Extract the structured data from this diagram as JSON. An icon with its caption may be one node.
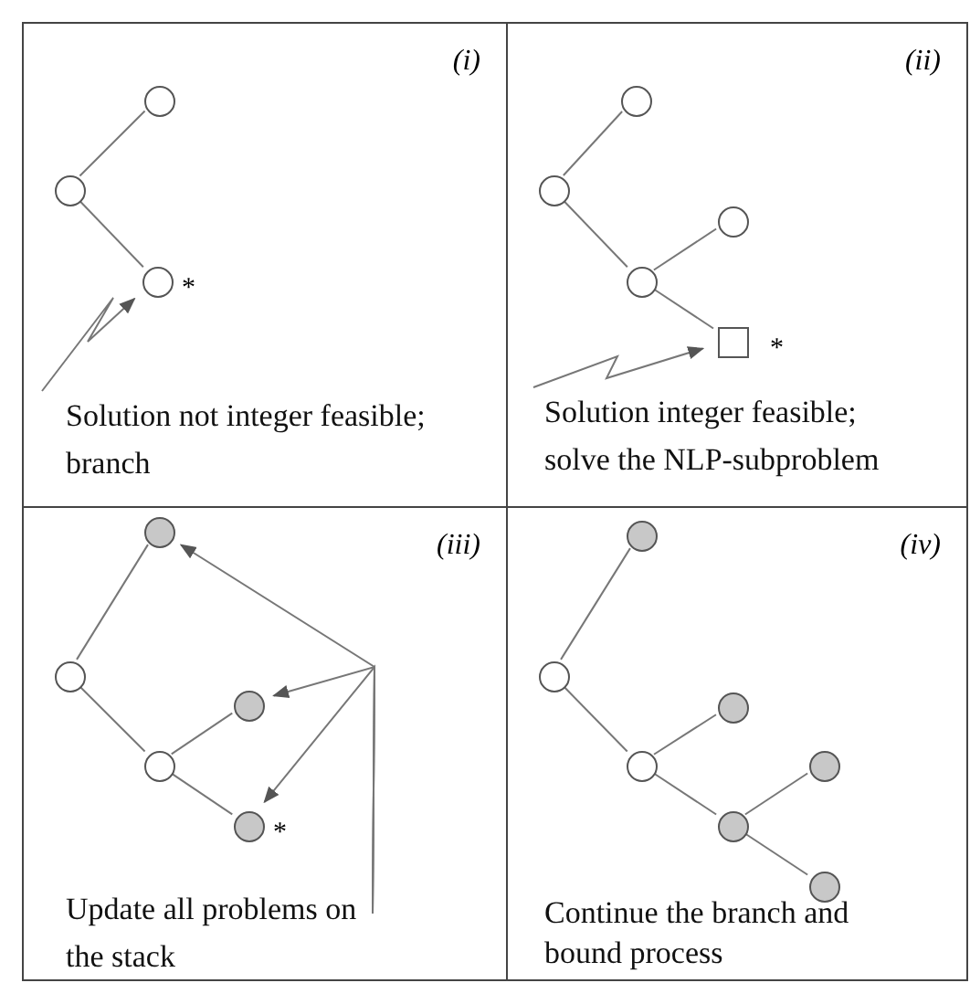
{
  "diagram": {
    "nodes": [
      {
        "text": [
          "(i)"
        ]
      },
      {
        "text": [],
        "shape": "circle",
        "in": 0
      },
      {
        "text": [],
        "shape": "circle",
        "in": 0
      },
      {
        "text": [],
        "shape": "circle",
        "in": 0,
        "beside": [
          "*"
        ]
      },
      {
        "text": [
          "Solution not integer feasible; branch"
        ],
        "in": 0
      },
      {
        "text": [
          "(ii)"
        ]
      },
      {
        "text": [],
        "shape": "circle",
        "in": 5
      },
      {
        "text": [],
        "shape": "circle",
        "in": 5
      },
      {
        "text": [],
        "shape": "circle",
        "in": 5
      },
      {
        "text": [],
        "shape": "circle",
        "in": 5
      },
      {
        "text": [],
        "shape": "box",
        "in": 5,
        "beside": [
          "*"
        ]
      },
      {
        "text": [
          "Solution integer feasible; solve the NLP-subproblem"
        ],
        "in": 5
      },
      {
        "text": [
          "(iii)"
        ]
      },
      {
        "text": [],
        "shape": "circle",
        "in": 12
      },
      {
        "text": [],
        "shape": "circle",
        "in": 12
      },
      {
        "text": [],
        "shape": "circle",
        "in": 12
      },
      {
        "text": [],
        "shape": "circle",
        "in": 12
      },
      {
        "text": [],
        "shape": "circle",
        "in": 12,
        "beside": [
          "*"
        ]
      },
      {
        "text": [
          "Update all problems on the stack"
        ],
        "in": 12
      },
      {
        "text": [
          "(iv)",
          "Continue the branch and bound process"
        ]
      },
      {
        "text": [],
        "shape": "circle",
        "in": 19
      },
      {
        "text": [],
        "shape": "circle",
        "in": 19
      },
      {
        "text": [],
        "shape": "circle",
        "in": 19
      },
      {
        "text": [],
        "shape": "circle",
        "in": 19
      },
      {
        "text": [],
        "shape": "circle",
        "in": 19
      },
      {
        "text": [],
        "shape": "circle",
        "in": 19
      },
      {
        "text": [],
        "shape": "circle",
        "in": 19
      }
    ],
    "edges": [
      {
        "from": 2,
        "to": 1,
        "arrow": "none"
      },
      {
        "from": 2,
        "to": 3,
        "arrow": "none"
      },
      {
        "from": 4,
        "to": 3,
        "arrow": "to"
      },
      {
        "from": 7,
        "to": 6,
        "arrow": "none"
      },
      {
        "from": 7,
        "to": 9,
        "arrow": "none"
      },
      {
        "from": 9,
        "to": 8,
        "arrow": "none"
      },
      {
        "from": 9,
        "to": 10,
        "arrow": "none"
      },
      {
        "from": 11,
        "to": 10,
        "arrow": "to"
      },
      {
        "from": 14,
        "to": 13,
        "arrow": "none"
      },
      {
        "from": 14,
        "to": 16,
        "arrow": "none"
      },
      {
        "from": 16,
        "to": 15,
        "arrow": "none"
      },
      {
        "from": 16,
        "to": 17,
        "arrow": "none"
      },
      {
        "from": 18,
        "to": 13,
        "arrow": "to"
      },
      {
        "from": 18,
        "to": 15,
        "arrow": "to"
      },
      {
        "from": 18,
        "to": 17,
        "arrow": "to"
      },
      {
        "from": 21,
        "to": 20,
        "arrow": "none"
      },
      {
        "from": 21,
        "to": 23,
        "arrow": "none"
      },
      {
        "from": 23,
        "to": 22,
        "arrow": "none"
      },
      {
        "from": 23,
        "to": 25,
        "arrow": "none"
      },
      {
        "from": 25,
        "to": 24,
        "arrow": "none"
      },
      {
        "from": 25,
        "to": 26,
        "arrow": "none"
      }
    ]
  }
}
